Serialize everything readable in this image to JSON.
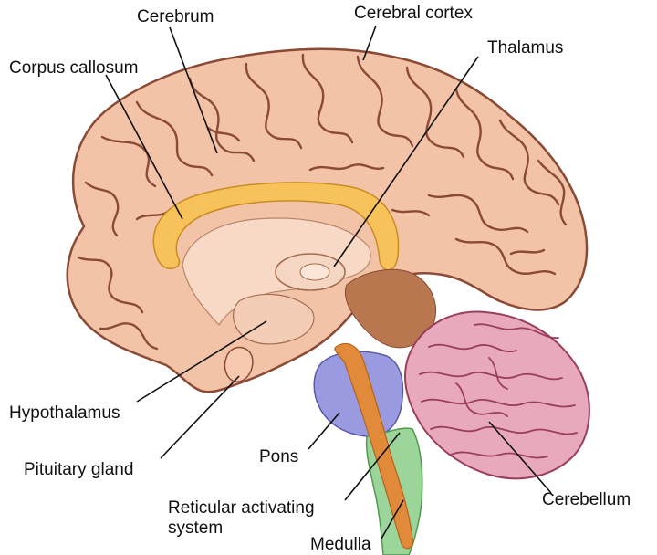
{
  "diagram": {
    "labels": {
      "cerebrum": "Cerebrum",
      "cerebral_cortex": "Cerebral cortex",
      "corpus_callosum": "Corpus callosum",
      "thalamus": "Thalamus",
      "hypothalamus": "Hypothalamus",
      "pituitary_gland": "Pituitary gland",
      "pons": "Pons",
      "reticular_line1": "Reticular activating",
      "reticular_line2": "system",
      "medulla": "Medulla",
      "cerebellum": "Cerebellum"
    },
    "colors": {
      "cerebrum": "#f2c3a6",
      "cortex_folds": "#8a4a36",
      "corpus_callosum": "#f8c25a",
      "thalamus": "#f5d6c2",
      "brainstem_gap": "#b8774e",
      "pons": "#9a9ae0",
      "medulla": "#9cd59a",
      "reticular_system": "#e08a3a",
      "cerebellum": "#e9a9bd"
    }
  }
}
